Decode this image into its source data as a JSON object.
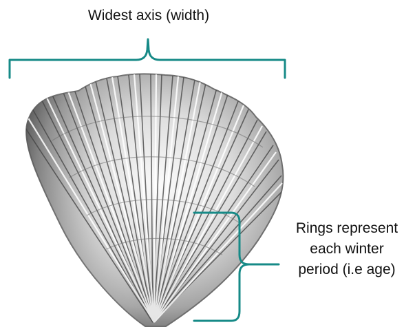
{
  "labels": {
    "width_axis": "Widest axis (width)",
    "rings_line1": "Rings represent",
    "rings_line2": "each winter",
    "rings_line3": "period (i.e age)"
  },
  "colors": {
    "bracket": "#168a87",
    "shell_light": "#f3f3f3",
    "shell_mid": "#b9b9b9",
    "shell_dark": "#3f3f3f",
    "text": "#111111"
  },
  "icons": {
    "shell": "cockle-shell-illustration"
  }
}
